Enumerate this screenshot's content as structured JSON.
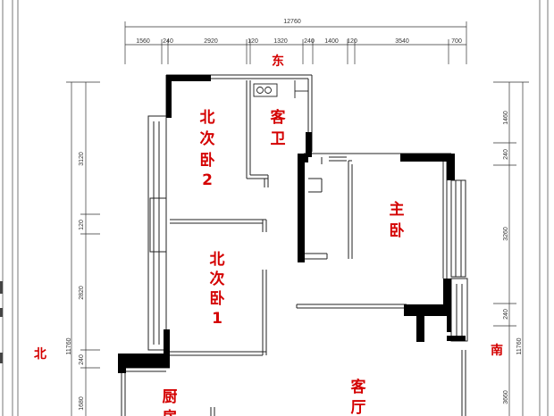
{
  "directions": {
    "east": "东",
    "north": "北",
    "south": "南"
  },
  "rooms": {
    "north_bedroom_2": [
      "北",
      "次",
      "卧",
      "2"
    ],
    "guest_bathroom": [
      "客",
      "卫"
    ],
    "master_bedroom": [
      "主",
      "卧"
    ],
    "north_bedroom_1": [
      "北",
      "次",
      "卧",
      "1"
    ],
    "kitchen": [
      "厨",
      "房"
    ],
    "living_room": [
      "客",
      "厅"
    ]
  },
  "dimensions": {
    "top_total": "12760",
    "top_segments": [
      "1560",
      "240",
      "2920",
      "120",
      "1320",
      "240",
      "1400",
      "120",
      "3540",
      "700"
    ],
    "left_total": "11760",
    "left_segments": [
      "3120",
      "120",
      "2820",
      "240",
      "1680"
    ],
    "right_total": "11760",
    "right_segments": [
      "1460",
      "240",
      "3260",
      "240",
      "3660"
    ]
  },
  "colors": {
    "label_red": "#d40000",
    "wall_black": "#000000",
    "line_gray": "#333333"
  }
}
